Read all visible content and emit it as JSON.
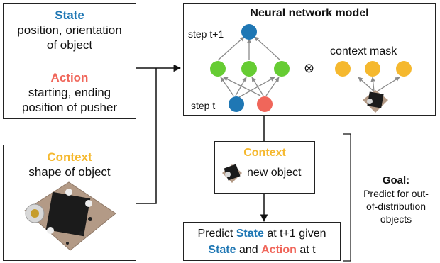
{
  "state_action_box": {
    "state_title": "State",
    "state_desc_1": "position, orientation",
    "state_desc_2": "of object",
    "action_title": "Action",
    "action_desc_1": "starting, ending",
    "action_desc_2": "position of pusher"
  },
  "context_box": {
    "title": "Context",
    "desc": "shape of object"
  },
  "model_box": {
    "title": "Neural network model",
    "step_next": "step t+1",
    "step_now": "step t",
    "operator": "⊗",
    "mask_label": "context mask"
  },
  "new_context_box": {
    "title": "Context",
    "desc": "new object"
  },
  "predict_box": {
    "line1_prefix": "Predict ",
    "line1_state": "State",
    "line1_suffix": " at t+1 given",
    "line2_state": "State",
    "line2_mid": " and ",
    "line2_action": "Action",
    "line2_suffix": " at t"
  },
  "goal": {
    "title": "Goal:",
    "line1": "Predict for out-",
    "line2": "of-distribution",
    "line3": "objects"
  },
  "colors": {
    "state_blue": "#1f77b4",
    "action_red": "#f0665a",
    "context_gold": "#f5b82e",
    "hidden_green": "#66cc33",
    "arrow_gray": "#8a8a8a"
  }
}
